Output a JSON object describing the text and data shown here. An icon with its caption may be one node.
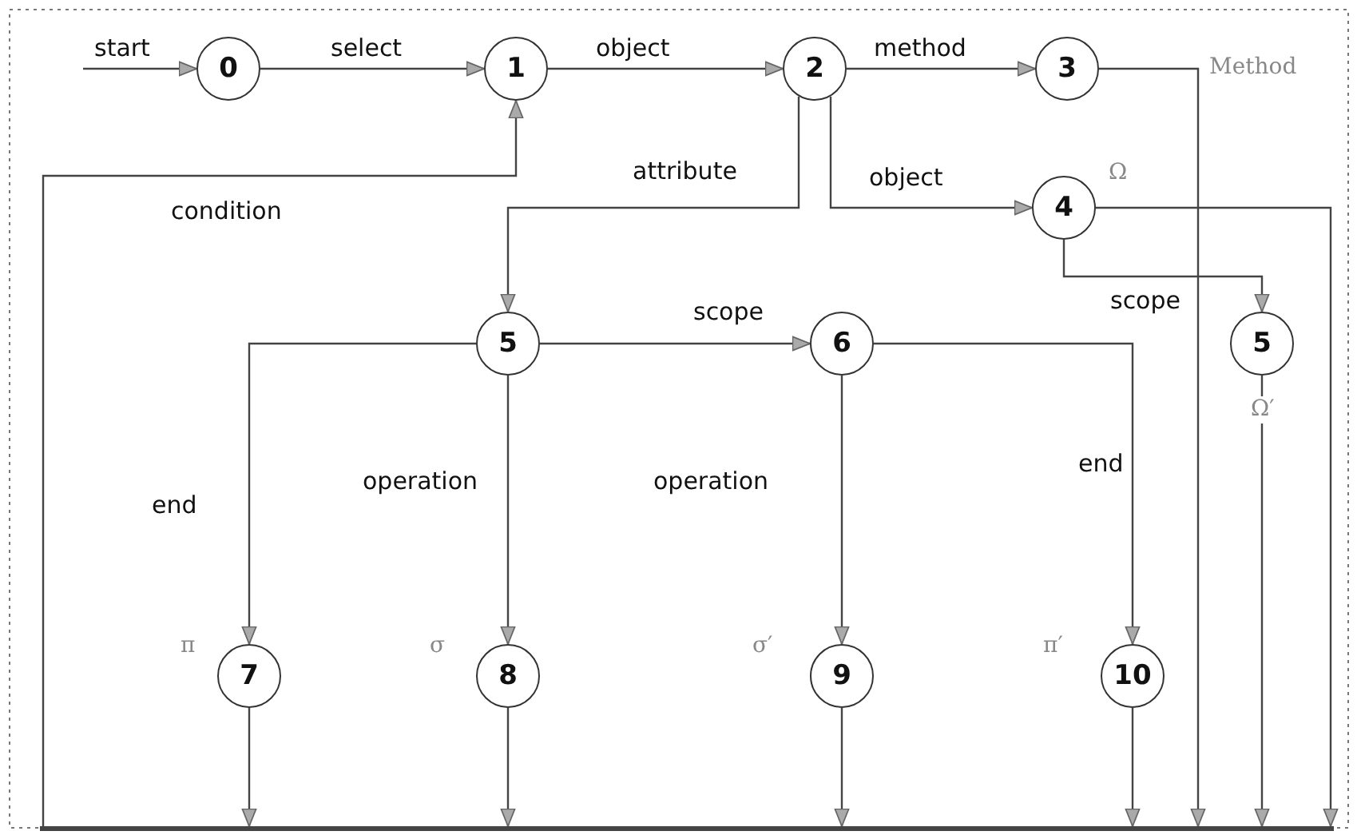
{
  "diagram": {
    "nodes": [
      {
        "text": [
          "0"
        ]
      },
      {
        "text": [
          "1"
        ]
      },
      {
        "text": [
          "2"
        ]
      },
      {
        "text": [
          "3"
        ]
      },
      {
        "text": [
          "4"
        ]
      },
      {
        "text": [
          "5"
        ]
      },
      {
        "text": [
          "6"
        ]
      },
      {
        "text": [
          "5"
        ],
        "beside": [
          "Ω′"
        ]
      },
      {
        "text": [
          "7"
        ],
        "beside": [
          "π"
        ]
      },
      {
        "text": [
          "8"
        ],
        "beside": [
          "σ"
        ]
      },
      {
        "text": [
          "9"
        ],
        "beside": [
          "σ′"
        ]
      },
      {
        "text": [
          "10"
        ],
        "beside": [
          "π′"
        ]
      },
      {
        "text": [],
        "shape": "bar"
      }
    ],
    "edges": [
      {
        "from": null,
        "to": 0,
        "label": "start",
        "arrow": "to"
      },
      {
        "from": 0,
        "to": 1,
        "label": "select",
        "arrow": "to"
      },
      {
        "from": 1,
        "to": 2,
        "label": "object",
        "arrow": "to"
      },
      {
        "from": 2,
        "to": 3,
        "label": "method",
        "arrow": "to"
      },
      {
        "from": 2,
        "to": 5,
        "label": "attribute",
        "arrow": "to"
      },
      {
        "from": 2,
        "to": 4,
        "label": "object",
        "arrow": "to"
      },
      {
        "from": 4,
        "to": 7,
        "label": "scope",
        "arrow": "to"
      },
      {
        "from": 5,
        "to": 6,
        "label": "scope",
        "arrow": "to"
      },
      {
        "from": 5,
        "to": 8,
        "label": "end",
        "arrow": "to"
      },
      {
        "from": 5,
        "to": 9,
        "label": "operation",
        "arrow": "to"
      },
      {
        "from": 6,
        "to": 10,
        "label": "operation",
        "arrow": "to"
      },
      {
        "from": 6,
        "to": 11,
        "label": "end",
        "arrow": "to"
      },
      {
        "from": 8,
        "to": 12,
        "arrow": "to"
      },
      {
        "from": 9,
        "to": 12,
        "arrow": "to"
      },
      {
        "from": 10,
        "to": 12,
        "arrow": "to"
      },
      {
        "from": 11,
        "to": 12,
        "arrow": "to"
      },
      {
        "from": 3,
        "to": 12,
        "label": "Method",
        "arrow": "to"
      },
      {
        "from": 4,
        "to": 12,
        "label": "Ω",
        "arrow": "to"
      },
      {
        "from": 7,
        "to": 12,
        "arrow": "to"
      },
      {
        "from": 12,
        "to": 1,
        "label": "condition",
        "arrow": "to"
      }
    ]
  }
}
